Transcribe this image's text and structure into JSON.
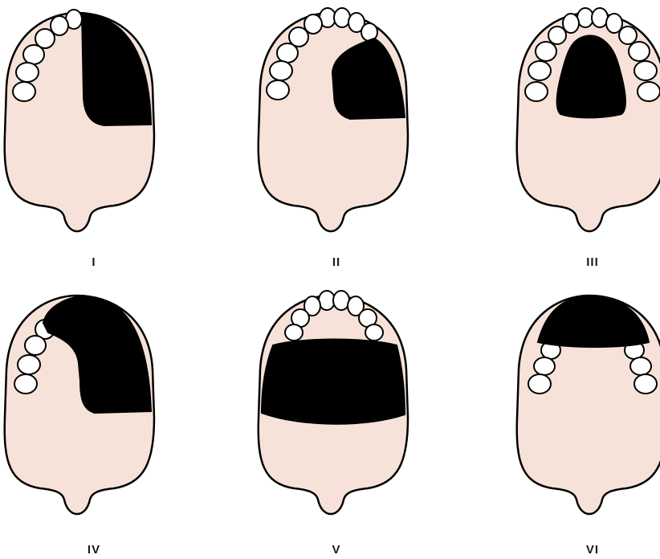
{
  "figure": {
    "palate_fill": "#f6e2d8",
    "defect_fill": "#000000",
    "outline_color": "#000000",
    "panels": [
      {
        "label": "I",
        "class": "I",
        "defect_extent": "unilateral maxilla from midline to central incisor"
      },
      {
        "label": "II",
        "class": "II",
        "defect_extent": "unilateral posterior, anterior teeth preserved"
      },
      {
        "label": "III",
        "class": "III",
        "defect_extent": "central palate, all teeth preserved"
      },
      {
        "label": "IV",
        "class": "IV",
        "defect_extent": "unilateral crossing midline anteriorly"
      },
      {
        "label": "V",
        "class": "V",
        "defect_extent": "bilateral posterior, anterior teeth preserved"
      },
      {
        "label": "VI",
        "class": "VI",
        "defect_extent": "anterior, posterior teeth preserved"
      }
    ]
  }
}
